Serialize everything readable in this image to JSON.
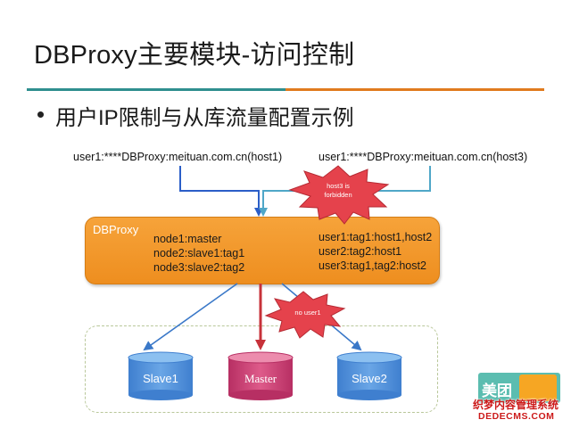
{
  "slide": {
    "title": "DBProxy主要模块-访问控制",
    "bullet": "用户IP限制与从库流量配置示例"
  },
  "connections": {
    "left": "user1:****DBProxy:meituan.com.cn(host1)",
    "right": "user1:****DBProxy:meituan.com.cn(host3)"
  },
  "starbursts": {
    "top": [
      "host3 is",
      "forbidden"
    ],
    "bottom": "no user1"
  },
  "proxy": {
    "title": "DBProxy",
    "nodes": [
      "node1:master",
      "node2:slave1:tag1",
      "node3:slave2:tag2"
    ],
    "users": [
      "user1:tag1:host1,host2",
      "user2:tag2:host1",
      "user3:tag1,tag2:host2"
    ]
  },
  "databases": {
    "slave1": "Slave1",
    "master": "Master",
    "slave2": "Slave2"
  },
  "logo": {
    "text": "美团"
  },
  "watermark": {
    "line1": "织梦内容管理系统",
    "line2": "DEDECMS.COM"
  },
  "colors": {
    "rule_teal": "#2f8f8f",
    "rule_orange": "#e07b1e",
    "proxy_orange": "#f39a2d",
    "slave_blue": "#4f8fd6",
    "master_pink": "#cc3d74",
    "star_red": "#e5424c",
    "arrow_blue": "#2b5ec8",
    "arrow_teal": "#4fa7c8",
    "arrow_red": "#c7323a"
  }
}
